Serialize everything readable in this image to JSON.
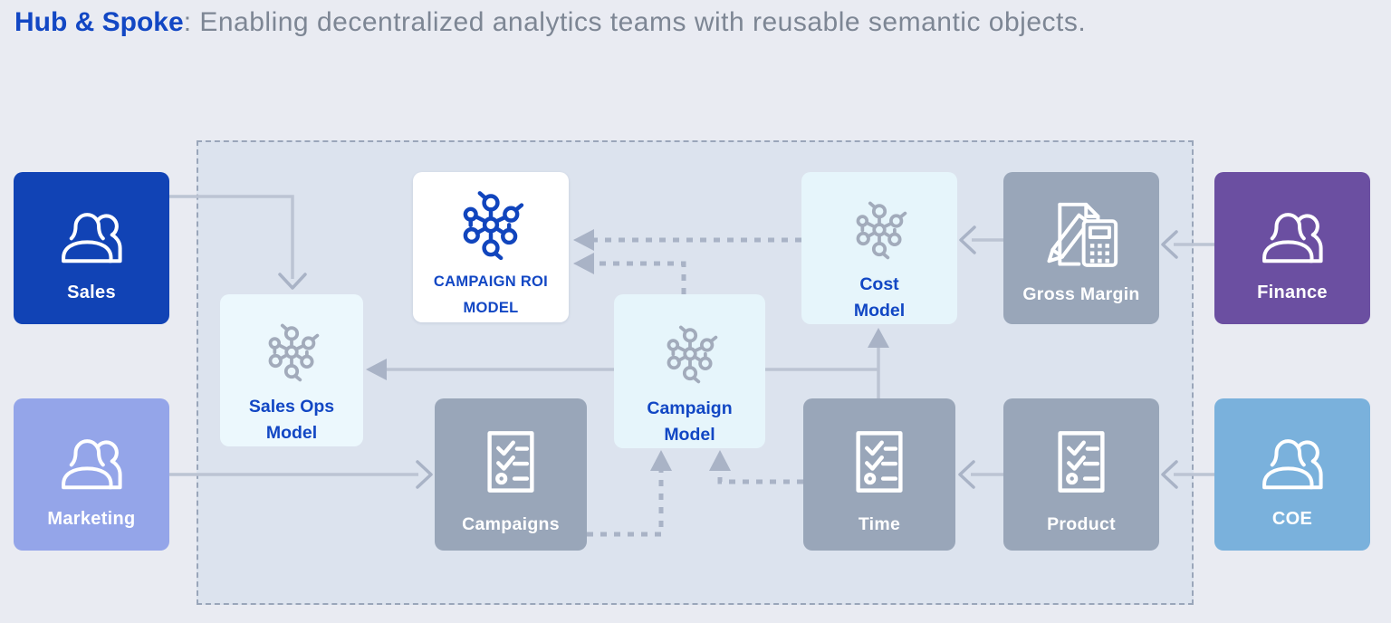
{
  "title": {
    "lead": "Hub & Spoke",
    "rest": ": Enabling decentralized analytics teams with reusable semantic objects."
  },
  "nodes": {
    "sales": {
      "label": "Sales",
      "icon": "people-icon",
      "color": "#1143b5"
    },
    "marketing": {
      "label": "Marketing",
      "icon": "people-icon",
      "color": "#94a5e9"
    },
    "finance": {
      "label": "Finance",
      "icon": "people-icon",
      "color": "#6b4fa1"
    },
    "coe": {
      "label": "COE",
      "icon": "people-icon",
      "color": "#7ab1dc"
    },
    "campaign_roi": {
      "label": "CAMPAIGN ROI\nMODEL",
      "icon": "model-network-icon",
      "color": "#ffffff"
    },
    "sales_ops": {
      "label": "Sales Ops\nModel",
      "icon": "model-network-icon",
      "color": "#ecf8fd"
    },
    "campaign_model": {
      "label": "Campaign\nModel",
      "icon": "model-network-icon",
      "color": "#e6f5fb"
    },
    "cost_model": {
      "label": "Cost\nModel",
      "icon": "model-network-icon",
      "color": "#e6f5fb"
    },
    "gross_margin": {
      "label": "Gross Margin",
      "icon": "pencil-calculator-icon",
      "color": "#99a6b9"
    },
    "campaigns": {
      "label": "Campaigns",
      "icon": "checklist-icon",
      "color": "#99a6b9"
    },
    "time": {
      "label": "Time",
      "icon": "checklist-icon",
      "color": "#99a6b9"
    },
    "product": {
      "label": "Product",
      "icon": "checklist-icon",
      "color": "#99a6b9"
    }
  },
  "edges": [
    {
      "from": "Sales",
      "to": "Sales Ops Model",
      "style": "solid"
    },
    {
      "from": "Marketing",
      "to": "Campaigns",
      "style": "solid"
    },
    {
      "from": "Finance",
      "to": "Gross Margin",
      "style": "solid"
    },
    {
      "from": "Gross Margin",
      "to": "Cost Model",
      "style": "solid"
    },
    {
      "from": "COE",
      "to": "Product",
      "style": "solid"
    },
    {
      "from": "Product",
      "to": "Time",
      "style": "solid"
    },
    {
      "from": "Time",
      "to": "Cost Model",
      "style": "solid"
    },
    {
      "from": "Campaign Model",
      "to": "Sales Ops Model",
      "style": "solid"
    },
    {
      "from": "Cost Model",
      "to": "Campaign ROI Model",
      "style": "dashed"
    },
    {
      "from": "Campaign Model",
      "to": "Campaign ROI Model",
      "style": "dashed"
    },
    {
      "from": "Campaigns",
      "to": "Campaign Model",
      "style": "dashed"
    },
    {
      "from": "Time",
      "to": "Campaign Model",
      "style": "dashed"
    }
  ],
  "appearance": {
    "page_background": "#e9ebf2",
    "hub_background": "#dce3ee",
    "hub_border": "#9aa6ba",
    "title_accent": "#1247c4",
    "title_gray": "#7d8694",
    "model_text_blue": "#1247c4",
    "arrow_gray": "#a9b3c6"
  }
}
